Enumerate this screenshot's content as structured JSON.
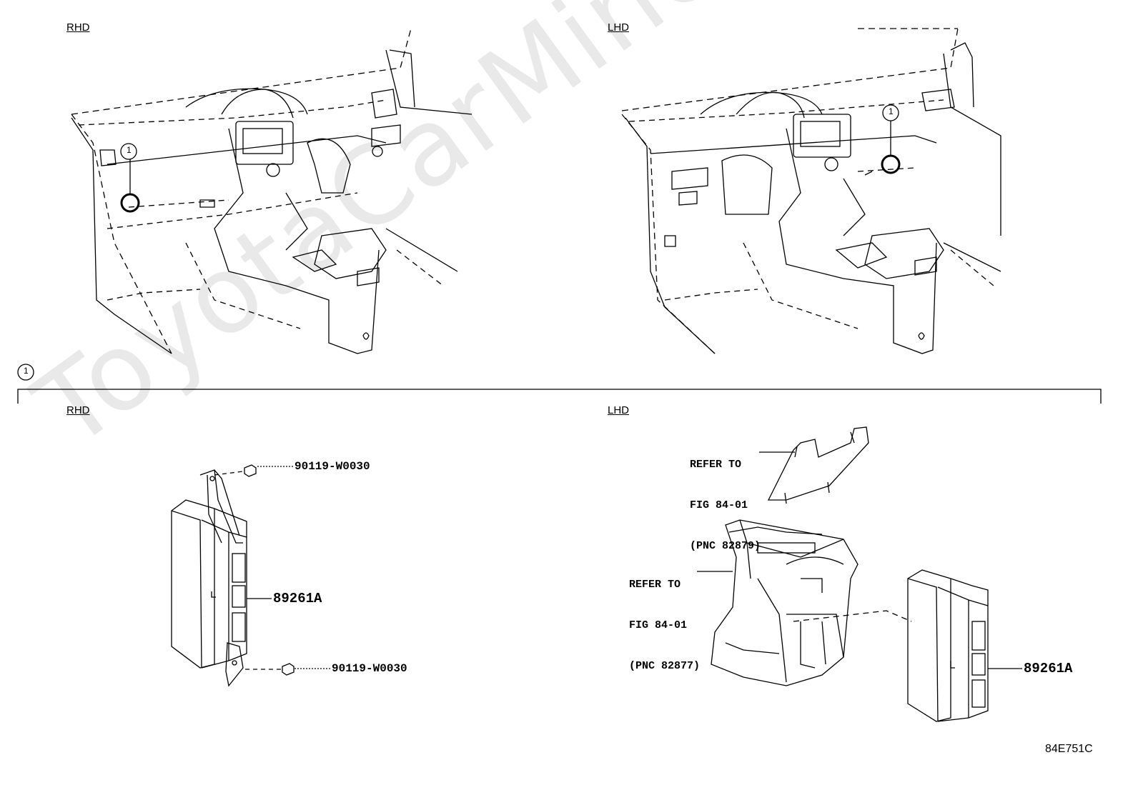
{
  "watermark": "ToyotaCarMine.ru",
  "top_left": {
    "label": "RHD",
    "callout": "1"
  },
  "top_right": {
    "label": "LHD",
    "callout": "1"
  },
  "section_callout": "1",
  "bottom_left": {
    "label": "RHD",
    "bolt_top": "90119-W0030",
    "bolt_bottom": "90119-W0030",
    "ecu": "89261A"
  },
  "bottom_right": {
    "label": "LHD",
    "ref1": [
      "REFER TO",
      "FIG 84-01",
      "(PNC 82879)"
    ],
    "ref2": [
      "REFER TO",
      "FIG 84-01",
      "(PNC 82877)"
    ],
    "ecu": "89261A"
  },
  "figure_code": "84E751C"
}
